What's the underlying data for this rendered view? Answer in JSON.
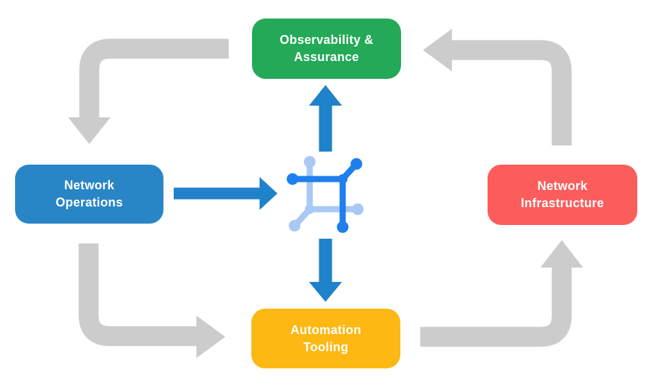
{
  "colors": {
    "background": "#FFFFFF",
    "node_text": "#FFFFFF",
    "observability_green": "#23A957",
    "operations_blue": "#2986C6",
    "infrastructure_red": "#FA5D5C",
    "automation_yellow": "#FDB813",
    "cycle_arrow_gray": "#CCCCCC",
    "flow_arrow_blue": "#1F82CA",
    "icon_blue_dark": "#1F7FEE",
    "icon_blue_light": "#A9C9F4"
  },
  "nodes": {
    "observability": {
      "line1": "Observability &",
      "line2": "Assurance"
    },
    "operations": {
      "line1": "Network",
      "line2": "Operations"
    },
    "infrastructure": {
      "line1": "Network",
      "line2": "Infrastructure"
    },
    "automation": {
      "line1": "Automation",
      "line2": "Tooling"
    }
  },
  "center_icon": "network-mesh-icon"
}
